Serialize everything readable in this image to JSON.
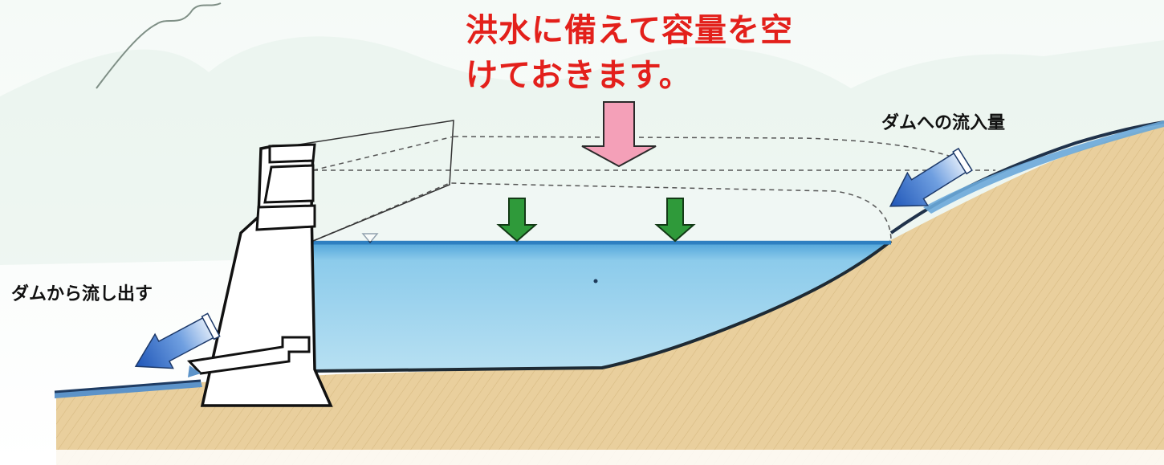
{
  "headline": {
    "line1": "洪水に備えて容量を空",
    "line2": "けておきます。"
  },
  "labels": {
    "inflow": "ダムへの流入量",
    "outflow": "ダムから流し出す"
  },
  "colors": {
    "headline": "#e3201b",
    "water": "#7cc3e6",
    "water_surface": "#2e7fc1",
    "ground": "#e8cf9c",
    "sky_wash": "#dfeee6",
    "dam_body": "#ffffff",
    "pink_arrow": "#f4a0b8",
    "green_arrow": "#2f9a3a",
    "blue_arrow": "#3e6fc6"
  },
  "icons": {
    "headline_arrow": "pink-down-arrow",
    "drawdown_arrows": "green-down-arrow",
    "inflow_arrow": "blue-inflow-arrow",
    "outflow_arrow": "blue-outflow-arrow",
    "water_level_marker": "triangle-marker"
  }
}
